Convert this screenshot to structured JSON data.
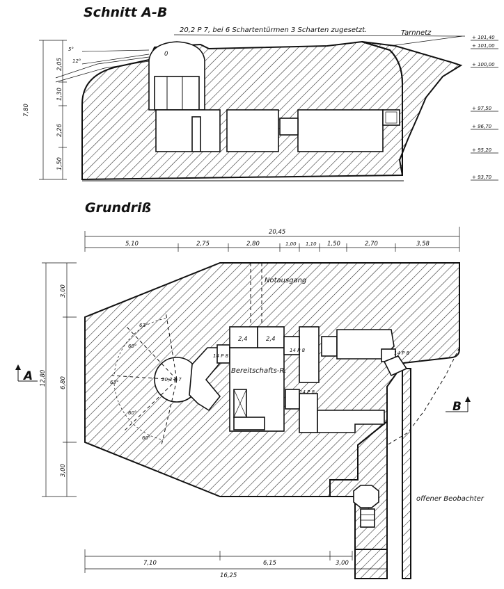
{
  "section": {
    "title": "Schnitt A-B",
    "note": "20,2 P 7, bei 6 Schartentürmen 3 Scharten zugesetzt.",
    "camouflage": "Tarnnetz",
    "levels": [
      "+ 101,40",
      "+ 101,00",
      "+ 100,00",
      "+ 97,50",
      "+ 96,70",
      "+ 95,20",
      "+ 93,70"
    ],
    "heights": {
      "total": "7,80",
      "segments": [
        "2,05",
        "1,30",
        "2,26",
        "1,50"
      ]
    },
    "turret_label": "0",
    "angles": [
      "5°",
      "12°"
    ]
  },
  "plan": {
    "title": "Grundriß",
    "overall_width": "20,45",
    "top_segments": [
      "5,10",
      "2,75",
      "2,80",
      "1,00",
      "1,10",
      "1,50",
      "2,70",
      "3,58"
    ],
    "overall_height": "12,80",
    "left_segments": [
      "3,00",
      "6,80",
      "3,00"
    ],
    "bottom_segments": [
      "7,10",
      "6,15",
      "3,00"
    ],
    "bottom_total": "16,25",
    "emergency_exit": "Notausgang",
    "standby_room": "Bereitschafts-R.",
    "room_areas": [
      "2,4",
      "2,4"
    ],
    "turret_label": "20,2 P 7",
    "arc_angles": [
      "63°",
      "60°",
      "63°",
      "60°",
      "60°"
    ],
    "observer": "offener Beobachter",
    "small_labels": [
      "14 P 8",
      "14 P 8",
      "14 P 8",
      "14 P 8"
    ],
    "section_a": "A",
    "section_b": "B"
  }
}
